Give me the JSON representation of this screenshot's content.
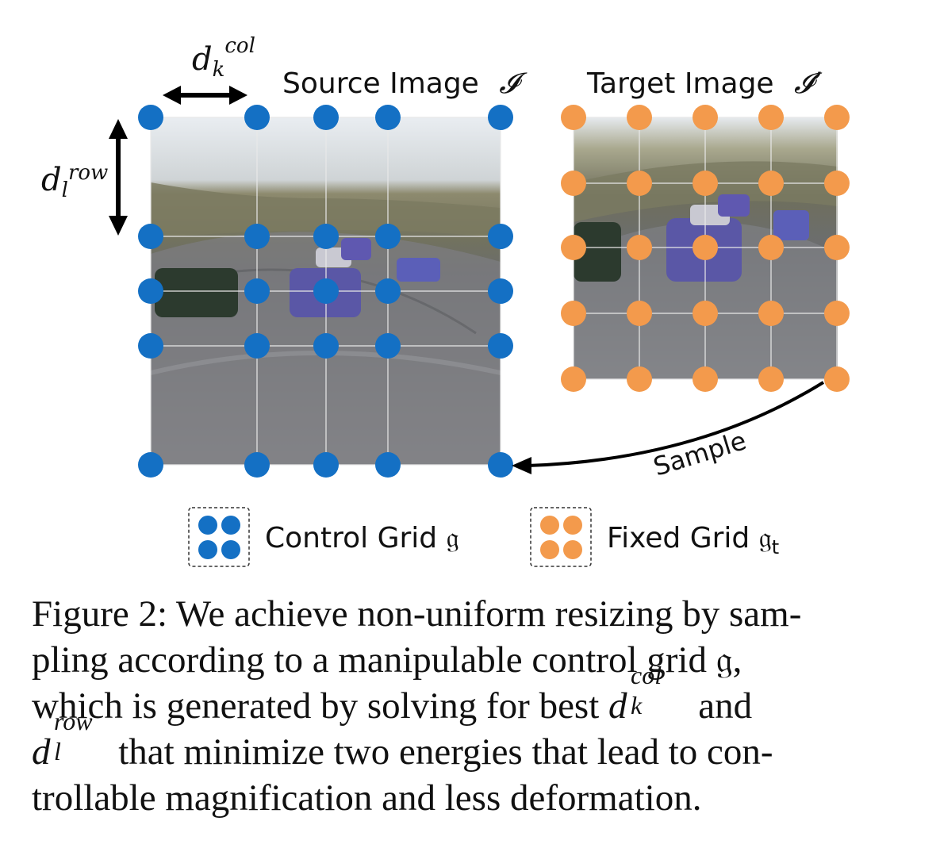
{
  "figure": {
    "source_title": "Source Image",
    "source_symbol": "𝓘",
    "target_title": "Target Image",
    "target_symbol": "𝓘’",
    "dcol_base": "d",
    "dcol_sub": "k",
    "dcol_sup": "col",
    "drow_base": "d",
    "drow_sub": "l",
    "drow_sup": "row",
    "sample_label": "Sample",
    "legend_control": "Control Grid 𝔤",
    "legend_fixed_base": "Fixed Grid 𝔤",
    "legend_fixed_sub": "t",
    "colors": {
      "control_grid": "#1470c4",
      "fixed_grid": "#f39a4c",
      "arrow": "#000000",
      "grid_lines": "#e8e8e8"
    }
  },
  "caption": {
    "l1": "Figure 2: We achieve non-uniform resizing by sam-",
    "l2": "pling according to a manipulable control grid 𝔤,",
    "l3a": "which is generated by solving for best",
    "l3b": "and",
    "l4b": "that minimize two energies that lead to con-",
    "l5": "trollable magnification and less deformation.",
    "math_base": "d",
    "col_sup": "col",
    "col_sub": "k",
    "row_sup": "row",
    "row_sub": "l"
  }
}
